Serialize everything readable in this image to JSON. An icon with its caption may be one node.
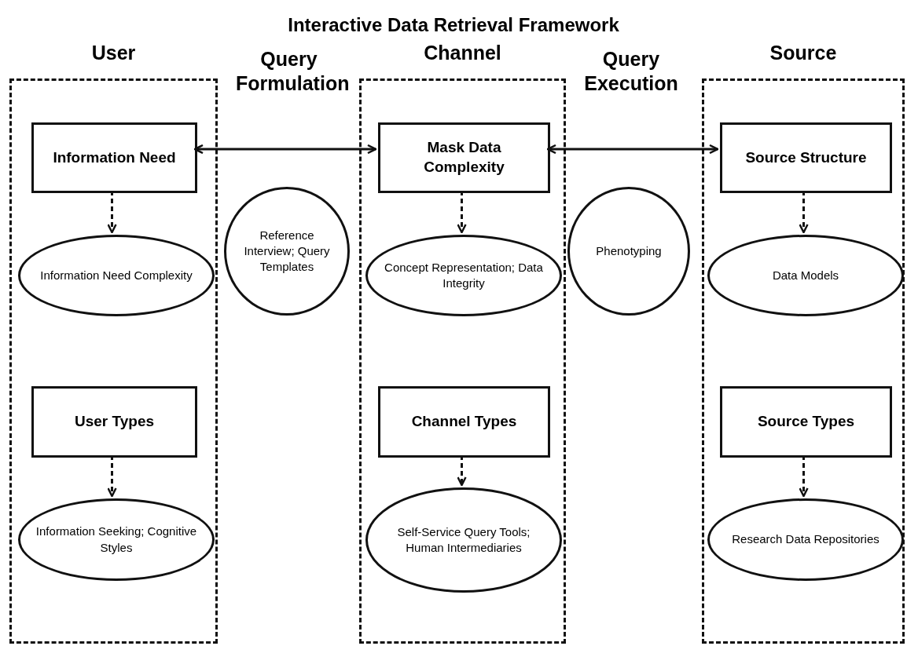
{
  "diagram": {
    "title": "Interactive Data Retrieval Framework",
    "nodes": [
      {
        "text": [
          "User"
        ]
      },
      {
        "text": [
          "Information Need"
        ],
        "in": 0
      },
      {
        "text": [
          "Information Need Complexity"
        ],
        "in": 0
      },
      {
        "text": [
          "User Types"
        ],
        "in": 0
      },
      {
        "text": [
          "Information Seeking; Cognitive Styles"
        ],
        "in": 0
      },
      {
        "text": [
          "Channel"
        ]
      },
      {
        "text": [
          "Mask Data Complexity"
        ],
        "in": 5
      },
      {
        "text": [
          "Concept Representation; Data Integrity"
        ],
        "in": 5
      },
      {
        "text": [
          "Channel Types"
        ],
        "in": 5
      },
      {
        "text": [
          "Self-Service Query Tools; Human Intermediaries"
        ],
        "in": 5
      },
      {
        "text": [
          "Source"
        ]
      },
      {
        "text": [
          "Source Structure"
        ],
        "in": 10
      },
      {
        "text": [
          "Data Models"
        ],
        "in": 10
      },
      {
        "text": [
          "Source Types"
        ],
        "in": 10
      },
      {
        "text": [
          "Research Data Repositories"
        ],
        "in": 10
      },
      {
        "text": [
          "Reference Interview; Query Templates"
        ]
      },
      {
        "text": [
          "Phenotyping"
        ]
      }
    ],
    "edges": [
      {
        "from": 1,
        "to": 6,
        "arrow": "both"
      },
      {
        "from": 6,
        "to": 11,
        "arrow": "both"
      },
      {
        "from": 1,
        "to": 2,
        "arrow": "to",
        "style": "dashed"
      },
      {
        "from": 3,
        "to": 4,
        "arrow": "to",
        "style": "dashed"
      },
      {
        "from": 6,
        "to": 7,
        "arrow": "to",
        "style": "dashed"
      },
      {
        "from": 8,
        "to": 9,
        "arrow": "to",
        "style": "dashed"
      },
      {
        "from": 11,
        "to": 12,
        "arrow": "to",
        "style": "dashed"
      },
      {
        "from": 13,
        "to": 14,
        "arrow": "to",
        "style": "dashed"
      }
    ],
    "labels": [
      "Query Formulation",
      "Query Execution"
    ]
  }
}
